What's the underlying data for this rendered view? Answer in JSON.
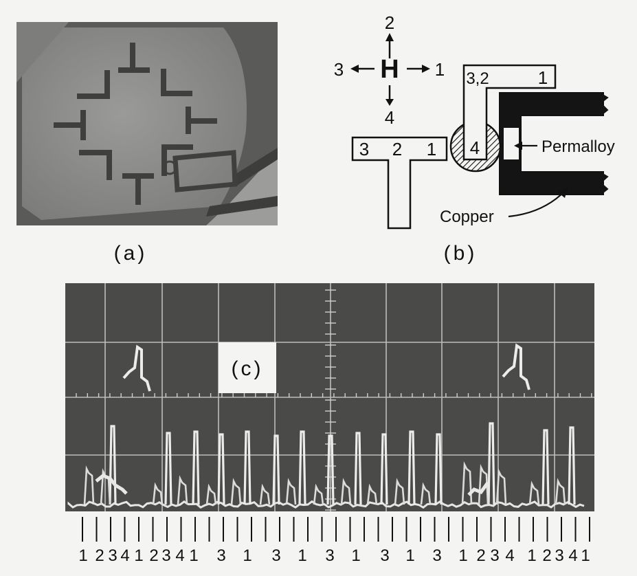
{
  "panels": {
    "a": {
      "caption": "(a)"
    },
    "b": {
      "caption": "(b)",
      "field_symbol": "H",
      "directions": {
        "up": "2",
        "left": "3",
        "right": "1",
        "down": "4"
      },
      "t_bar_labels": [
        "3",
        "2",
        "1"
      ],
      "l_bar_labels": {
        "corner": "3,2",
        "end": "1",
        "foot": "4"
      },
      "annotations": {
        "permalloy": "Permalloy",
        "copper": "Copper"
      }
    },
    "c": {
      "caption": "(c)"
    }
  },
  "bottom_scale_labels": [
    "1",
    "2",
    "3",
    "4",
    "1",
    "2",
    "3",
    "4",
    "1",
    "3",
    "1",
    "3",
    "1",
    "3",
    "1",
    "3",
    "1",
    "3",
    "1",
    "2",
    "3",
    "4",
    "1",
    "2",
    "3",
    "4",
    "1"
  ],
  "colors": {
    "page": "#f4f4f2",
    "photo_dark": "#555555",
    "photo_mid": "#8a8a8a",
    "scope_bg": "#4a4a4a",
    "trace": "#e6e6e6",
    "copper": "#141414"
  }
}
